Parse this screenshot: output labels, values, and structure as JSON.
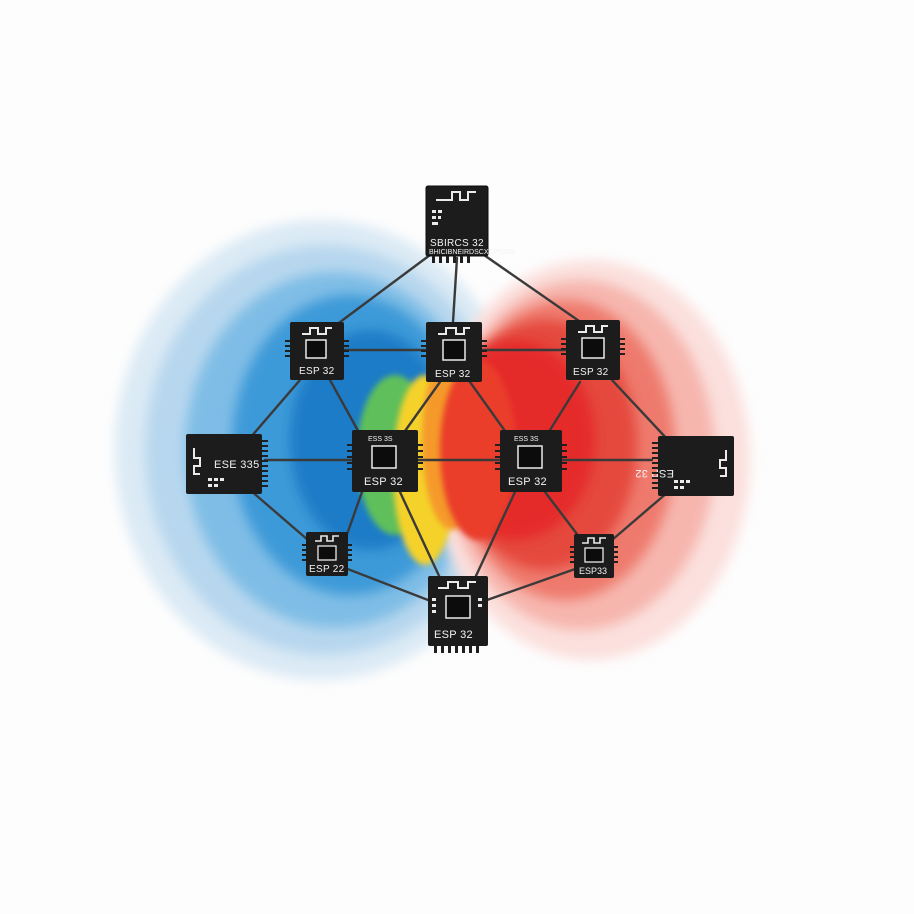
{
  "diagram": {
    "theme_colors": {
      "cool": "#2f8fd6",
      "warm": "#e52b2b",
      "mid": "#f5d22a",
      "chip": "#1c1c1c",
      "wire": "#3a3a3a"
    },
    "nodes": [
      {
        "id": "top",
        "label": "SBIRCS 32",
        "sublabel": "BHICIBNEIRDSCXCPQNIS",
        "rotated": false
      },
      {
        "id": "upper-left",
        "label": "ESP 32",
        "rotated": false
      },
      {
        "id": "upper-center",
        "label": "ESP 32",
        "rotated": false
      },
      {
        "id": "upper-right",
        "label": "ESP 32",
        "rotated": false
      },
      {
        "id": "far-left",
        "label": "ESE 335",
        "rotated": true
      },
      {
        "id": "center-left",
        "label": "ESP 32",
        "sublabel": "ESS 3S",
        "rotated": false
      },
      {
        "id": "center-right",
        "label": "ESP 32",
        "sublabel": "ESS 3S",
        "rotated": false
      },
      {
        "id": "far-right",
        "label": "ESP 32",
        "rotated": true
      },
      {
        "id": "lower-left",
        "label": "ESP 22",
        "rotated": false
      },
      {
        "id": "bottom",
        "label": "ESP 32",
        "rotated": false
      },
      {
        "id": "lower-right",
        "label": "ESP33",
        "rotated": false
      }
    ]
  }
}
